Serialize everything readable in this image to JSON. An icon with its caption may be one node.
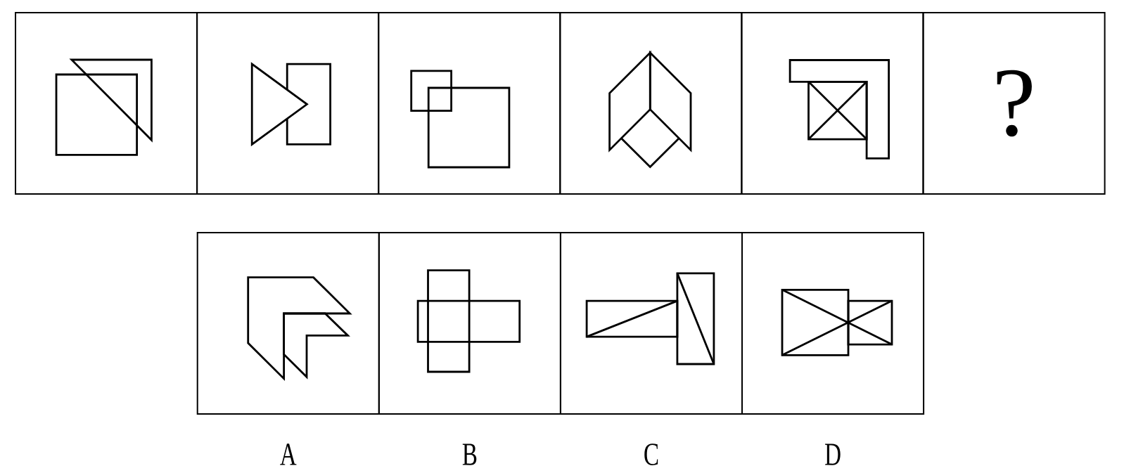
{
  "diagram": {
    "nodes": [
      {
        "text": [],
        "shape": "box"
      },
      {
        "text": [],
        "shape": "box"
      },
      {
        "text": [],
        "shape": "box"
      },
      {
        "text": [],
        "shape": "box"
      },
      {
        "text": [],
        "shape": "box"
      },
      {
        "text": [
          "?"
        ]
      },
      {
        "text": [],
        "shape": "box",
        "beside": [
          "A"
        ]
      },
      {
        "text": [],
        "shape": "box",
        "beside": [
          "B"
        ]
      },
      {
        "text": [],
        "shape": "box",
        "beside": [
          "C"
        ]
      },
      {
        "text": [],
        "shape": "box",
        "beside": [
          "D"
        ]
      }
    ]
  }
}
